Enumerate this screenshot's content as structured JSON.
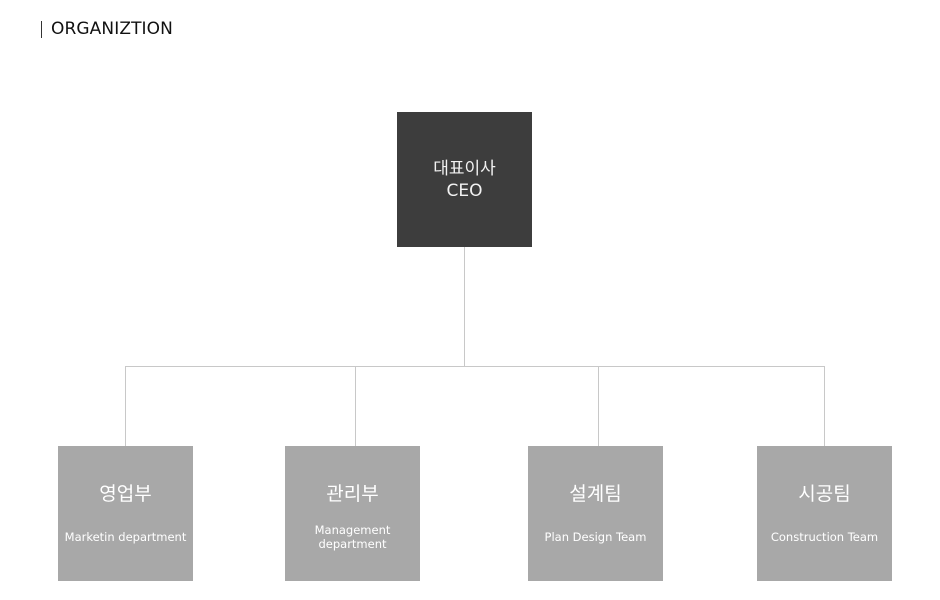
{
  "heading": {
    "text": "ORGANIZTION"
  },
  "ceo": {
    "title": "대표이사",
    "subtitle": "CEO"
  },
  "departments": [
    {
      "name": "영업부",
      "english": "Marketin department"
    },
    {
      "name": "관리부",
      "english": "Management department"
    },
    {
      "name": "설계팀",
      "english": "Plan Design Team"
    },
    {
      "name": "시공팀",
      "english": "Construction Team"
    }
  ],
  "colors": {
    "ceo_box": "#3d3d3d",
    "department_box": "#a8a8a8",
    "connector_line": "#c8c8c8",
    "heading_text": "#111111"
  }
}
